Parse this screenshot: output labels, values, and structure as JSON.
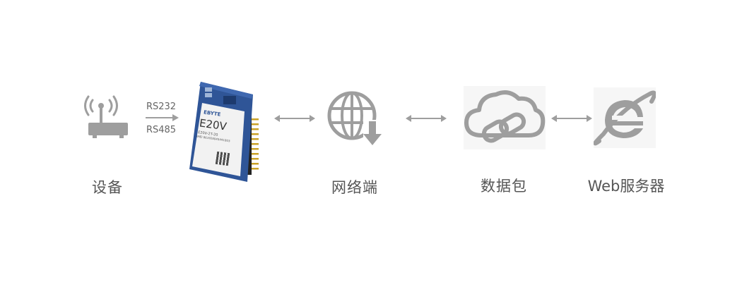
{
  "colors": {
    "icon_gray": "#9e9e9e",
    "text_gray": "#555555",
    "module_blue": "#2f5597",
    "pin_gold": "#c9a227"
  },
  "nodes": [
    {
      "id": "device",
      "label": "设备",
      "icon": "router-antenna-icon"
    },
    {
      "id": "module",
      "label": "",
      "icon": "e20v-module-board"
    },
    {
      "id": "network",
      "label": "网络端",
      "icon": "globe-download-icon"
    },
    {
      "id": "packet",
      "label": "数据包",
      "icon": "cloud-link-icon"
    },
    {
      "id": "server",
      "label": "Web服务器",
      "icon": "ie-browser-icon"
    }
  ],
  "protocols": {
    "top": "RS232",
    "bottom": "RS485"
  },
  "module": {
    "brand": "EBYTE",
    "model": "E20V",
    "sub_text_1": "E20V-2T-20",
    "sub_text_2": "IMEI 861928045441803"
  }
}
